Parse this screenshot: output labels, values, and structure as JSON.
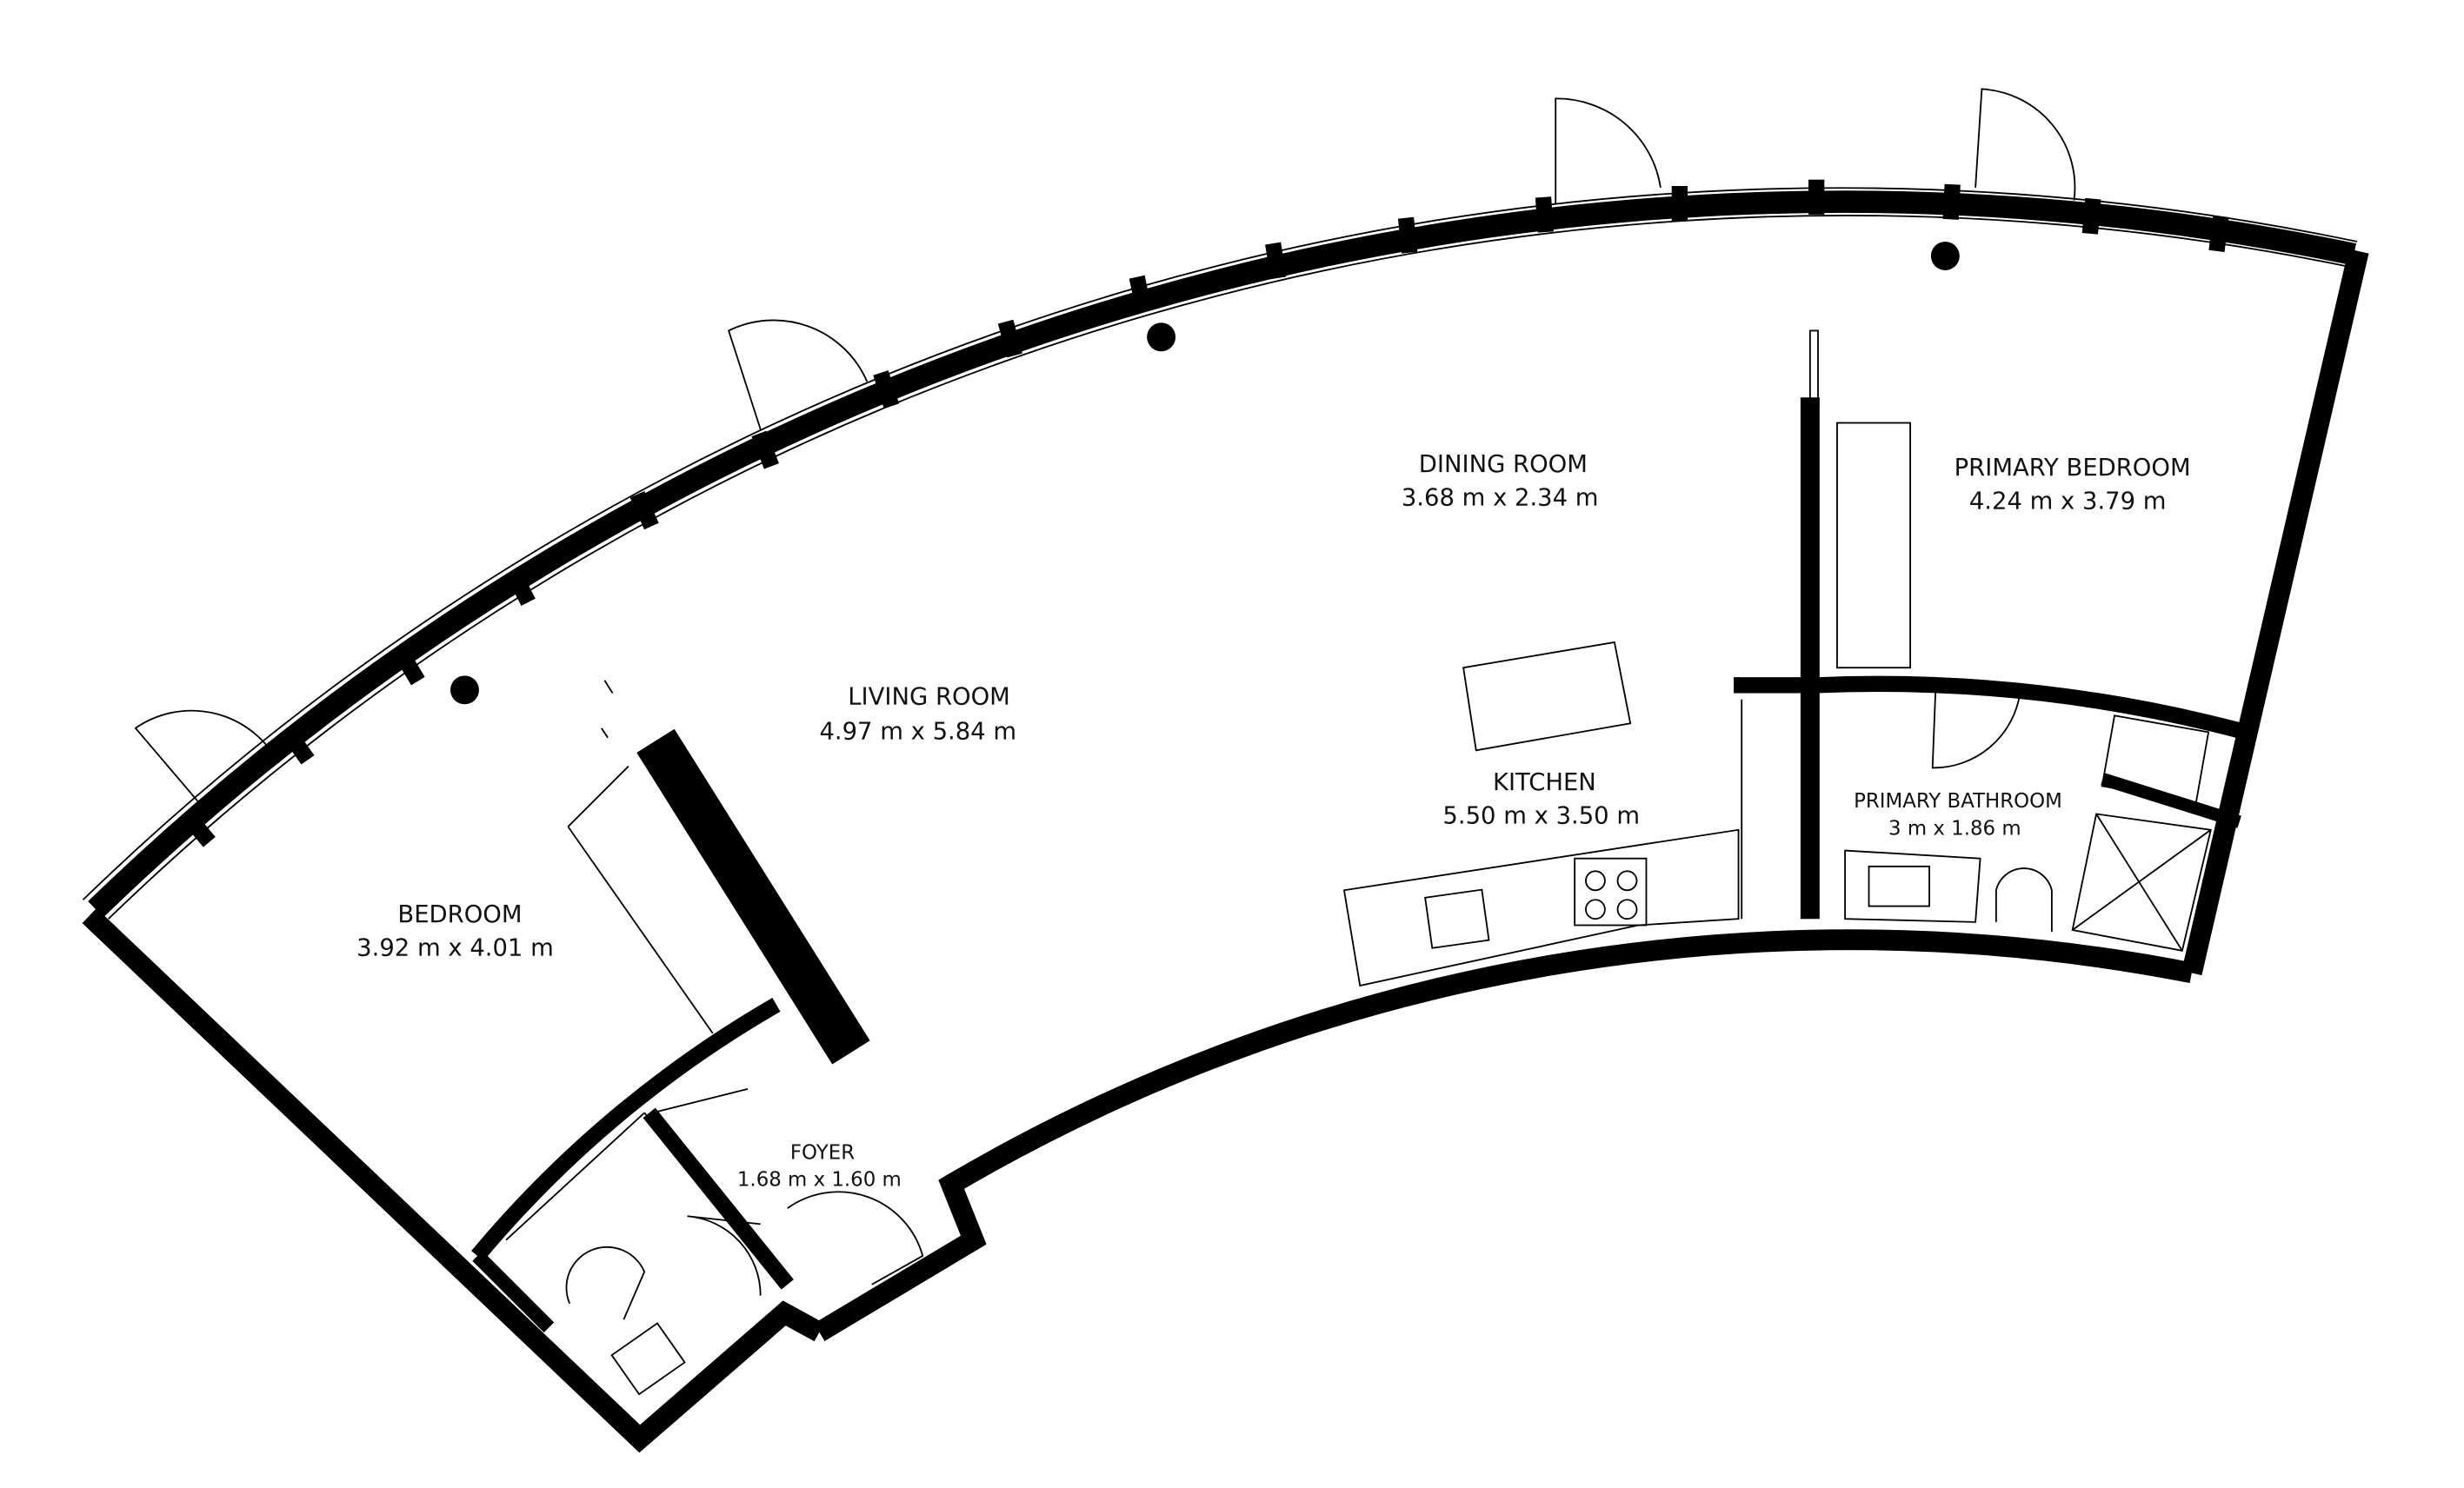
{
  "floorplan": {
    "rooms": [
      {
        "id": "living",
        "name": "LIVING ROOM",
        "dimensions": "4.97 m x 5.84 m"
      },
      {
        "id": "dining",
        "name": "DINING ROOM",
        "dimensions": "3.68 m x 2.34 m"
      },
      {
        "id": "primary_bedroom",
        "name": "PRIMARY BEDROOM",
        "dimensions": "4.24 m x 3.79 m"
      },
      {
        "id": "kitchen",
        "name": "KITCHEN",
        "dimensions": "5.50 m x 3.50 m"
      },
      {
        "id": "primary_bathroom",
        "name": "PRIMARY BATHROOM",
        "dimensions": "3 m x 1.86 m"
      },
      {
        "id": "bedroom",
        "name": "BEDROOM",
        "dimensions": "3.92 m x 4.01 m"
      },
      {
        "id": "foyer",
        "name": "FOYER",
        "dimensions": "1.68 m x 1.60 m"
      }
    ],
    "colors": {
      "wall": "#000000",
      "background": "#ffffff"
    }
  }
}
